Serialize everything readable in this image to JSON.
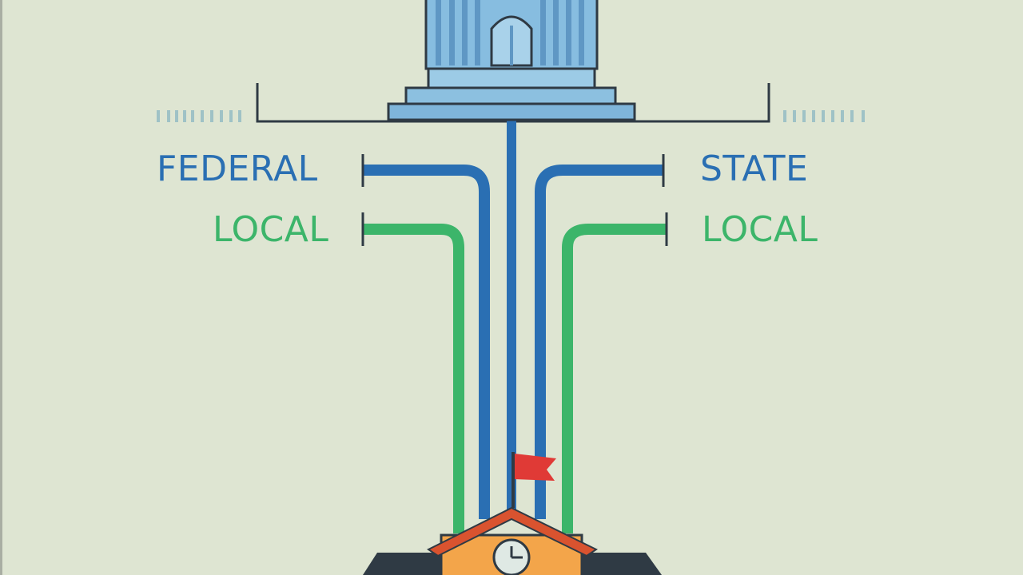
{
  "labels": {
    "federal": "FEDERAL",
    "state": "STATE",
    "local_left": "LOCAL",
    "local_right": "LOCAL"
  },
  "colors": {
    "background": "#dee5d2",
    "federal_state": "#2a6fb3",
    "local": "#3cb56a",
    "building_blue": "#78b0d6",
    "outline": "#2f3a44",
    "school_wall": "#f3a54a",
    "school_roof": "#d9532f",
    "flag": "#e03a36"
  },
  "icons": {
    "top": "government-building-icon",
    "bottom": "school-icon",
    "flag": "flag-icon",
    "clock": "clock-icon"
  }
}
